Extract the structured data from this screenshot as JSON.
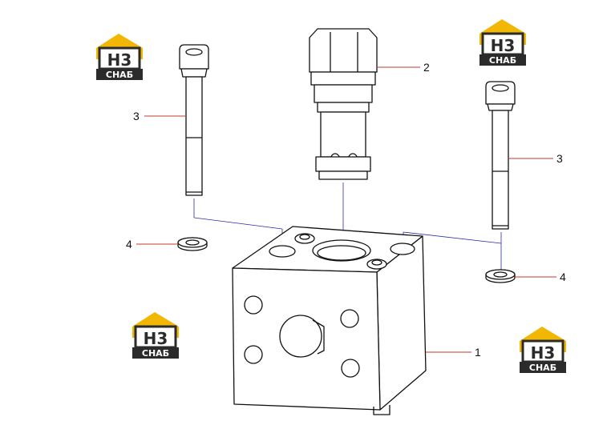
{
  "callouts": {
    "c1": "1",
    "c2": "2",
    "c3a": "3",
    "c3b": "3",
    "c4a": "4",
    "c4b": "4"
  },
  "logo": {
    "mark": "H3",
    "word": "СНАБ"
  },
  "colors": {
    "line": "#111111",
    "leader": "#c0392b",
    "axis": "#2a2aa8",
    "logo_yellow": "#f2b705",
    "logo_dark": "#2b2b2b"
  }
}
